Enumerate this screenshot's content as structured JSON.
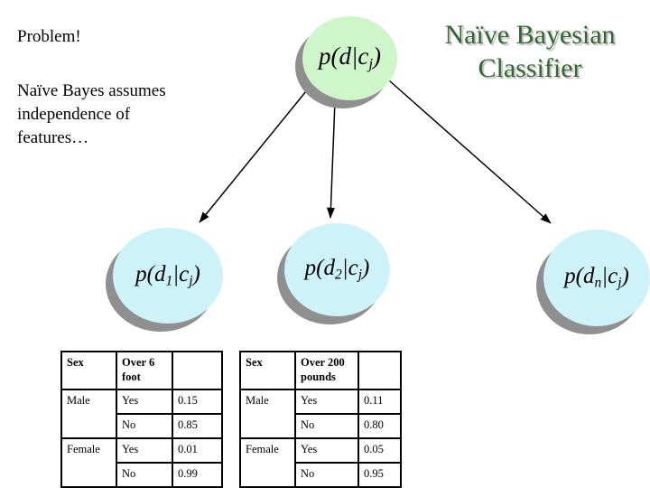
{
  "slide": {
    "problem_label": "Problem!",
    "note_lines": [
      "Naïve Bayes assumes",
      "independence of",
      "features…"
    ],
    "title_lines": [
      "Naïve Bayesian",
      "Classifier"
    ]
  },
  "nodes": {
    "root": {
      "parts": [
        "p(d",
        "",
        "|c",
        "j",
        ")"
      ]
    },
    "d1": {
      "parts": [
        "p(d",
        "1",
        "|c",
        "j",
        ")"
      ]
    },
    "d2": {
      "parts": [
        "p(d",
        "2",
        "|c",
        "j",
        ")"
      ]
    },
    "dn": {
      "parts": [
        "p(d",
        "n",
        "|c",
        "j",
        ")"
      ]
    }
  },
  "colors": {
    "root_fill": "#cff5cb",
    "child_fill": "#cdf2f7",
    "shadow": "#8f8f8f",
    "title_green": "#336633"
  },
  "tables": [
    {
      "headers": [
        "Sex",
        "Over 6 foot",
        ""
      ],
      "rows": [
        {
          "sex": "Male",
          "answer": "Yes",
          "value": "0.15"
        },
        {
          "answer": "No",
          "value": "0.85"
        },
        {
          "sex": "Female",
          "answer": "Yes",
          "value": "0.01"
        },
        {
          "answer": "No",
          "value": "0.99"
        }
      ]
    },
    {
      "headers": [
        "Sex",
        "Over 200 pounds",
        ""
      ],
      "rows": [
        {
          "sex": "Male",
          "answer": "Yes",
          "value": "0.11"
        },
        {
          "answer": "No",
          "value": "0.80"
        },
        {
          "sex": "Female",
          "answer": "Yes",
          "value": "0.05"
        },
        {
          "answer": "No",
          "value": "0.95"
        }
      ]
    }
  ]
}
